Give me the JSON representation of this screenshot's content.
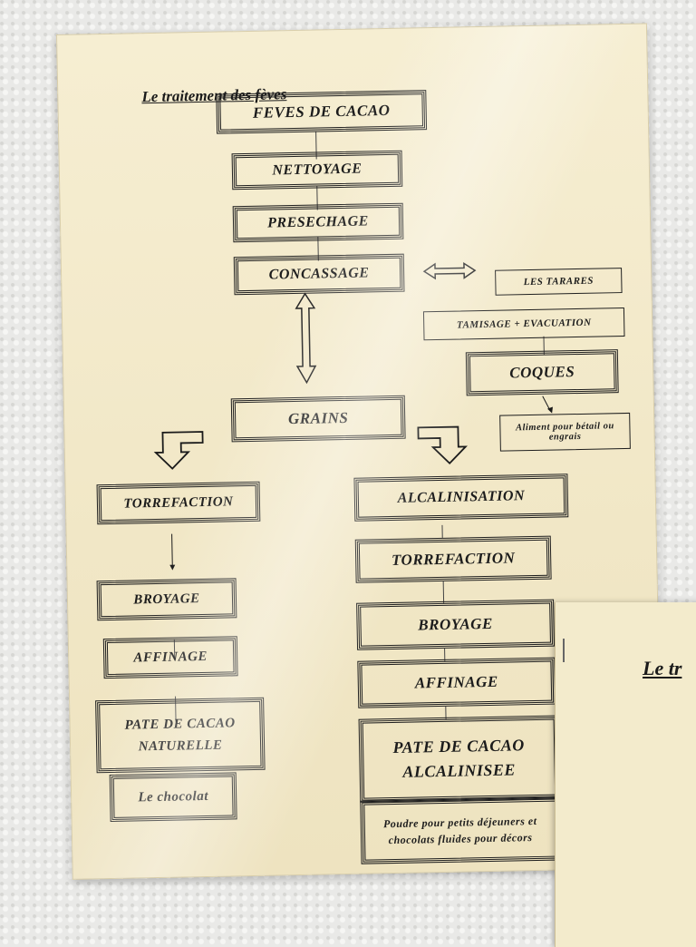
{
  "sheet": {
    "title": "Le traitement des fèves",
    "boxes": {
      "feves": "FEVES DE CACAO",
      "nettoyage": "NETTOYAGE",
      "presechage": "PRESECHAGE",
      "concassage": "CONCASSAGE",
      "tarares": "LES TARARES",
      "tamisage": "TAMISAGE + EVACUATION",
      "coques": "COQUES",
      "aliment": "Aliment pour bétail ou engrais",
      "grains": "GRAINS",
      "torrefaction_left": "TORREFACTION",
      "broyage_left": "BROYAGE",
      "affinage_left": "AFFINAGE",
      "pate_naturelle": "PATE DE CACAO NATURELLE",
      "chocolat": "Le chocolat",
      "alcalinisation": "ALCALINISATION",
      "torrefaction_right": "TORREFACTION",
      "broyage_right": "BROYAGE",
      "affinage_right": "AFFINAGE",
      "pate_alcalinisee": "PATE DE CACAO ALCALINISEE",
      "poudre": "Poudre pour petits déjeuners et chocolats fluides pour décors"
    }
  },
  "second_sheet": {
    "title": "Le tr"
  }
}
